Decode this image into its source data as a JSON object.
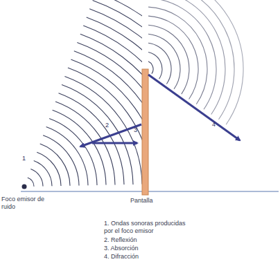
{
  "diagram": {
    "labels": [
      "1",
      "Foco emisor de ruido",
      "Pantalla",
      "2",
      "3",
      "4",
      "1. Ondas sonoras producidas por el foco emisor",
      "2. Reflexión",
      "3. Absorción",
      "4. Difracción"
    ]
  }
}
